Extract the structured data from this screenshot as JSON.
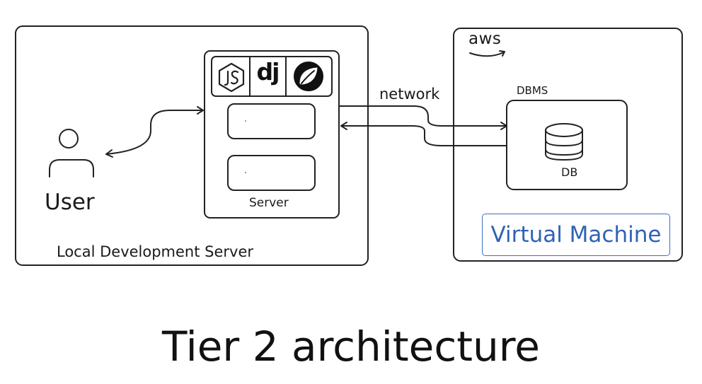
{
  "diagram": {
    "title": "Tier 2 architecture",
    "local_server": {
      "label": "Local Development Server"
    },
    "user": {
      "label": "User"
    },
    "server": {
      "label": "Server",
      "tech_icons": [
        "nodejs-icon",
        "django-icon",
        "spring-icon"
      ],
      "django_text": "dj"
    },
    "connection": {
      "label": "network"
    },
    "cloud": {
      "provider": "aws",
      "dbms_label": "DBMS",
      "db_label": "DB",
      "vm_label": "Virtual Machine"
    }
  },
  "colors": {
    "stroke": "#222222",
    "vm_accent": "#2f63b5"
  }
}
